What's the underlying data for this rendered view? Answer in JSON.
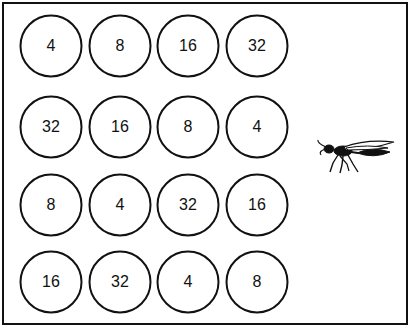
{
  "diagram": {
    "nodes": [
      {
        "text": [
          "4"
        ]
      },
      {
        "text": [
          "8"
        ]
      },
      {
        "text": [
          "16"
        ]
      },
      {
        "text": [
          "32"
        ]
      },
      {
        "text": [
          "32"
        ]
      },
      {
        "text": [
          "16"
        ]
      },
      {
        "text": [
          "8"
        ]
      },
      {
        "text": [
          "4"
        ]
      },
      {
        "text": [
          "8"
        ]
      },
      {
        "text": [
          "4"
        ]
      },
      {
        "text": [
          "32"
        ]
      },
      {
        "text": [
          "16"
        ]
      },
      {
        "text": [
          "16"
        ]
      },
      {
        "text": [
          "32"
        ]
      },
      {
        "text": [
          "4"
        ]
      },
      {
        "text": [
          "8"
        ]
      }
    ]
  }
}
